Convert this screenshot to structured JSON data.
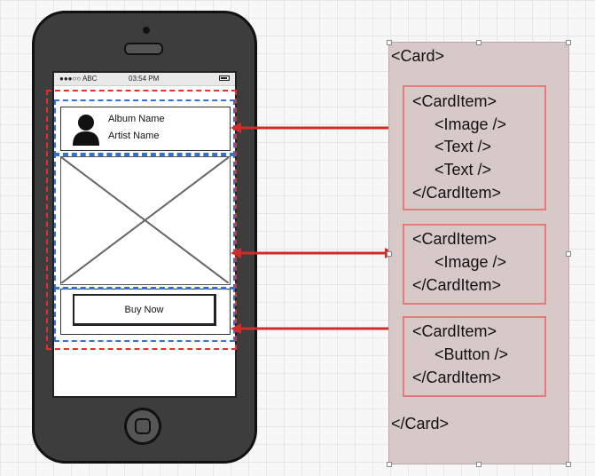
{
  "phone": {
    "status": {
      "carrier": "●●●○○ ABC",
      "time": "03:54 PM"
    },
    "header_card": {
      "album_name": "Album Name",
      "artist_name": "Artist Name"
    },
    "buy_button_label": "Buy Now"
  },
  "markup": {
    "card_open": "<Card>",
    "card_close": "</Card>",
    "items": [
      {
        "lines": [
          "<CardItem>",
          "<Image />",
          "<Text />",
          "<Text />",
          "</CardItem>"
        ]
      },
      {
        "lines": [
          "<CardItem>",
          "<Image />",
          "</CardItem>"
        ]
      },
      {
        "lines": [
          "<CardItem>",
          "<Button />",
          "</CardItem>"
        ]
      }
    ]
  },
  "colors": {
    "outer_outline": "#e03131",
    "item_outline": "#2f72d9",
    "arrow": "#d12b2b",
    "panel": "#d7c9c8",
    "item_box": "#e57a7a"
  }
}
